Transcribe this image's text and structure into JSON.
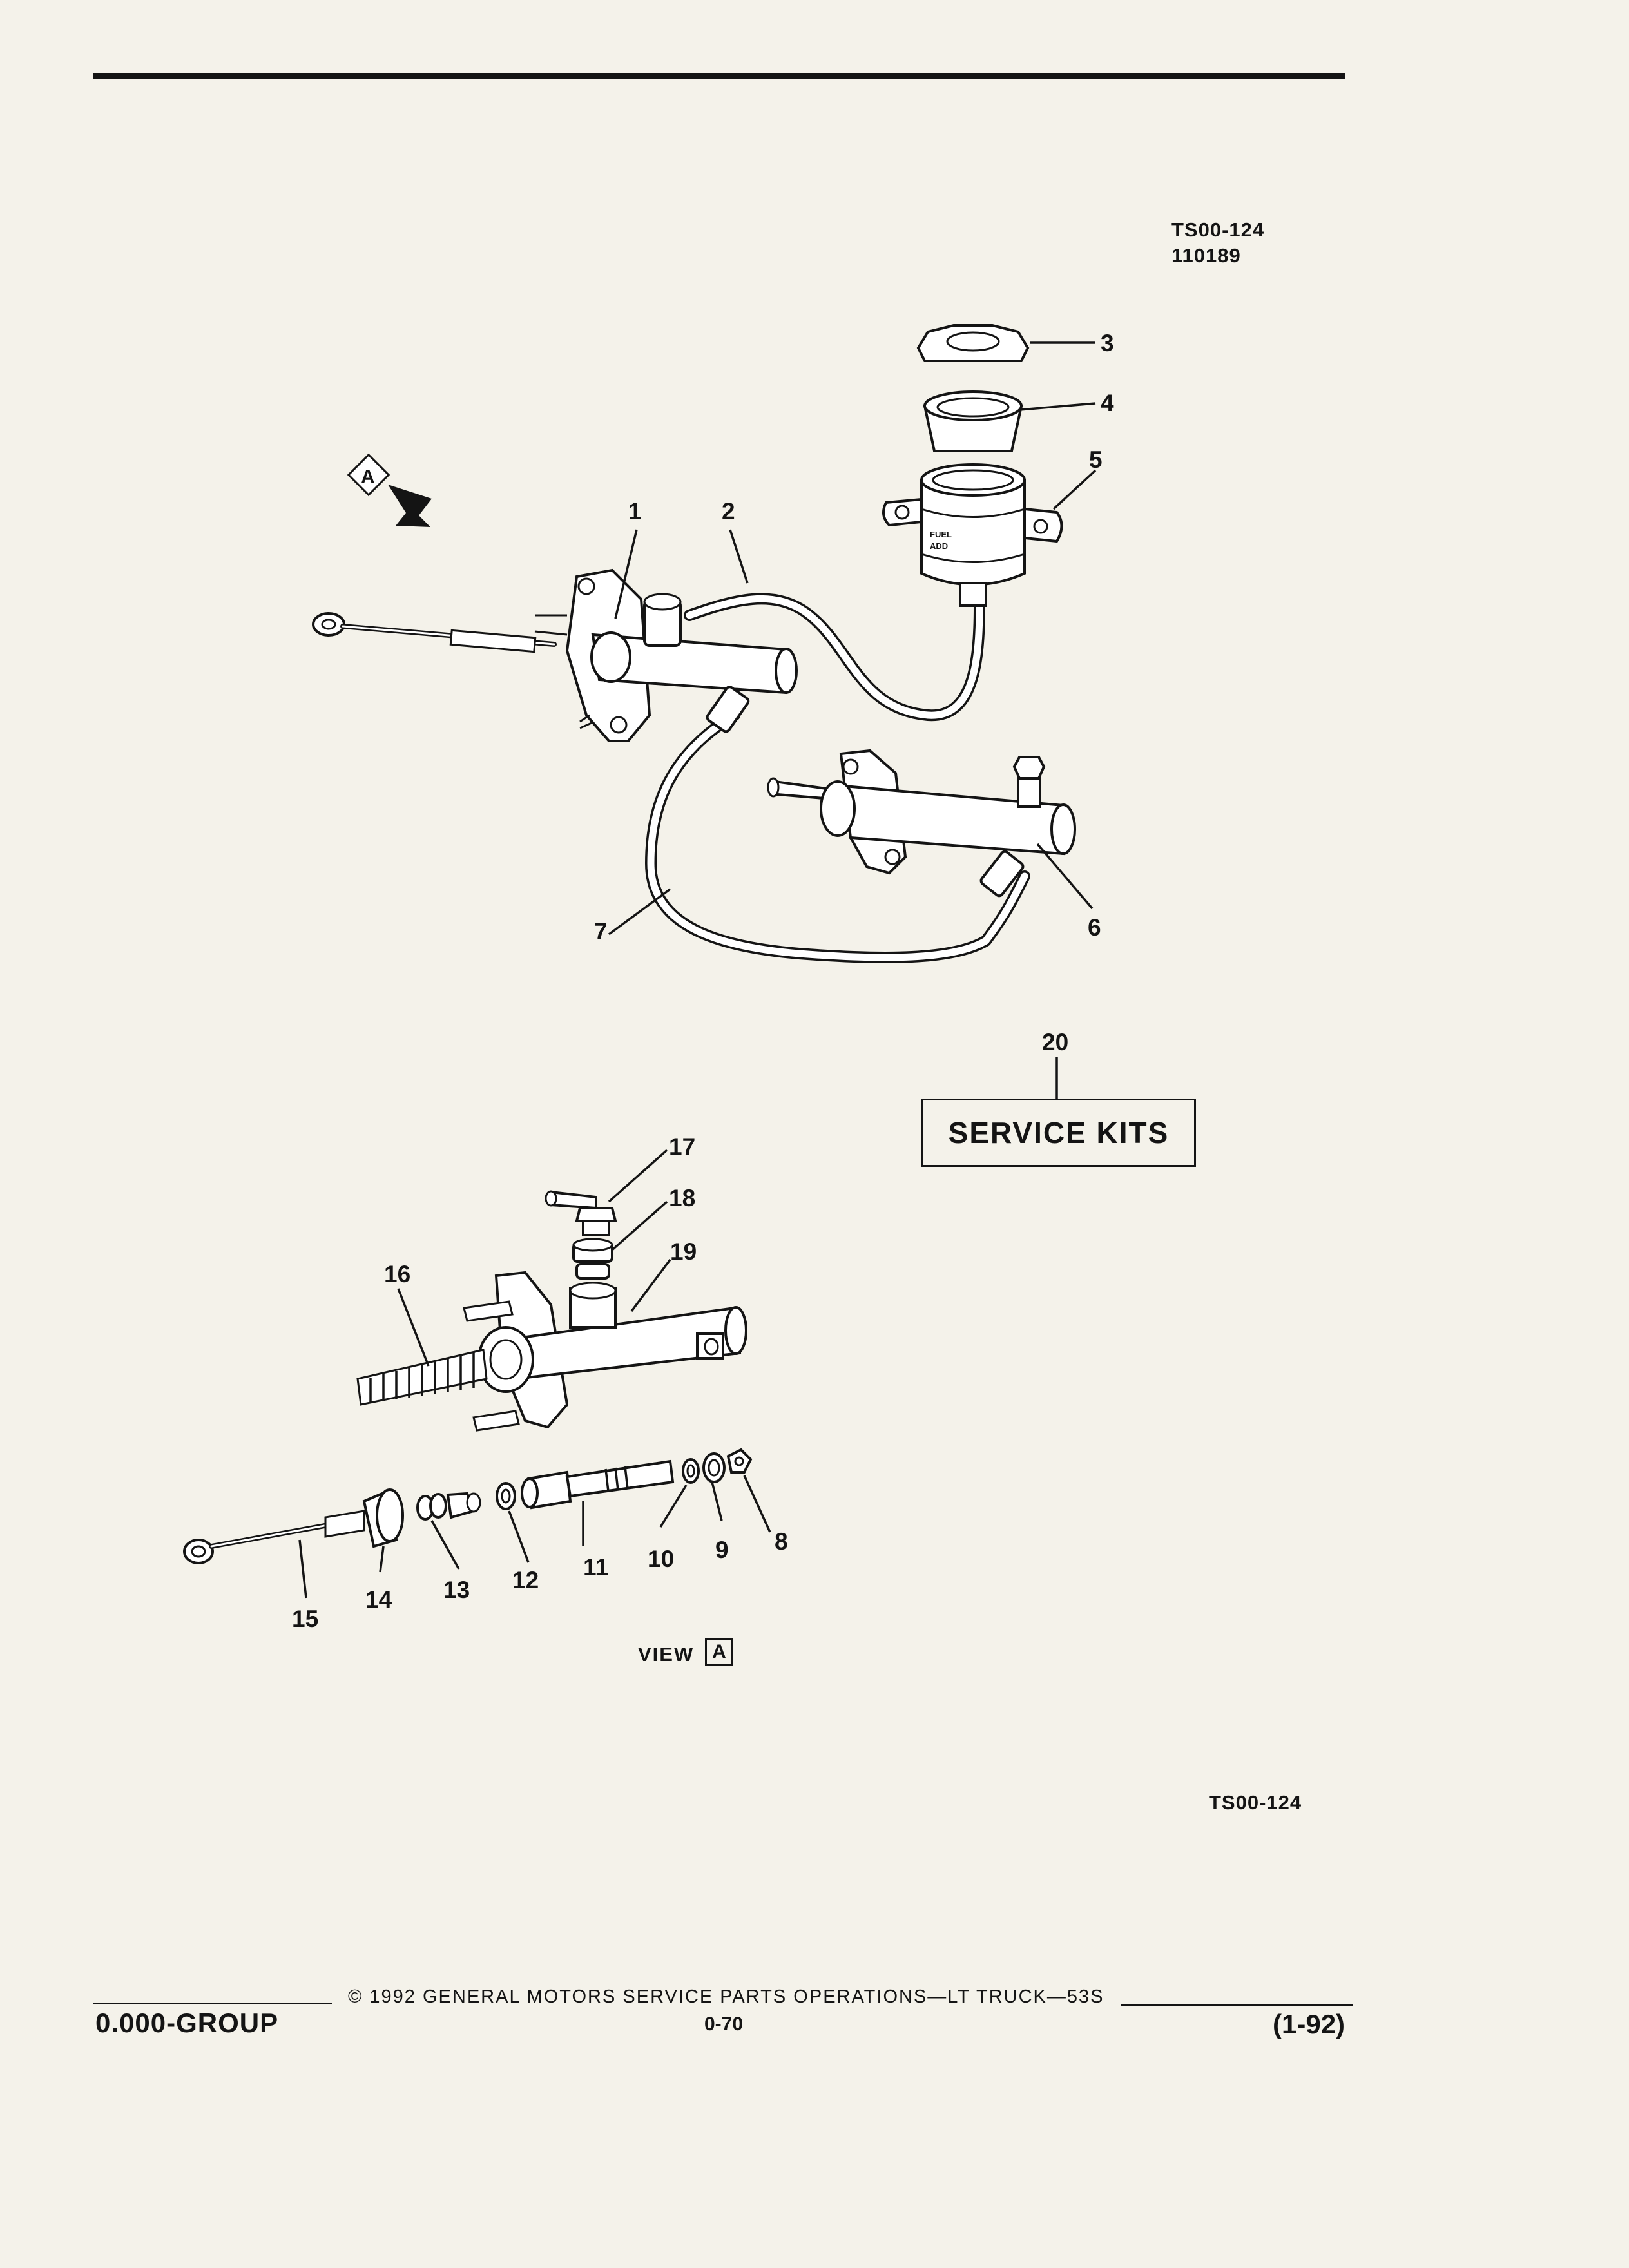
{
  "header": {
    "illustration_code": "TS00-124",
    "illustration_date": "110189"
  },
  "callouts": {
    "p1": "1",
    "p2": "2",
    "p3": "3",
    "p4": "4",
    "p5": "5",
    "p6": "6",
    "p7": "7",
    "p8": "8",
    "p9": "9",
    "p10": "10",
    "p11": "11",
    "p12": "12",
    "p13": "13",
    "p14": "14",
    "p15": "15",
    "p16": "16",
    "p17": "17",
    "p18": "18",
    "p19": "19",
    "p20": "20"
  },
  "reservoir_text": {
    "line1": "FUEL",
    "line2": "ADD"
  },
  "view_marker": "A",
  "service_kits_label": "SERVICE KITS",
  "view_label": "VIEW",
  "view_letter": "A",
  "figure_code_bottom": "TS00-124",
  "footer": {
    "copyright": "© 1992 GENERAL MOTORS SERVICE PARTS OPERATIONS—LT TRUCK—53S",
    "group": "0.000-GROUP",
    "page_number": "0-70",
    "revision": "(1-92)"
  }
}
